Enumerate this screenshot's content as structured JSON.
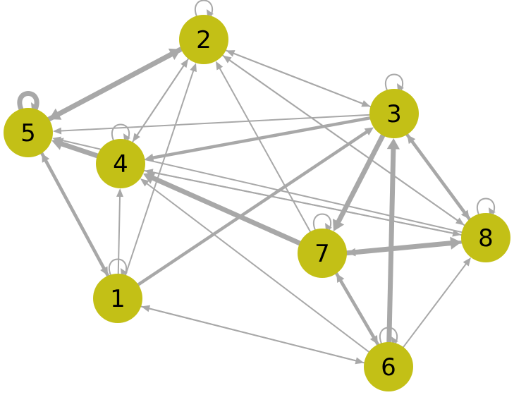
{
  "colors": {
    "node": "#c3c016",
    "edge": "#a8a8a8"
  },
  "nodes": [
    {
      "id": "1",
      "label": "1"
    },
    {
      "id": "2",
      "label": "2"
    },
    {
      "id": "3",
      "label": "3"
    },
    {
      "id": "4",
      "label": "4"
    },
    {
      "id": "5",
      "label": "5"
    },
    {
      "id": "6",
      "label": "6"
    },
    {
      "id": "7",
      "label": "7"
    },
    {
      "id": "8",
      "label": "8"
    }
  ],
  "edges": [
    {
      "from": "5",
      "to": "2",
      "weight": 3
    },
    {
      "from": "2",
      "to": "5",
      "weight": 3
    },
    {
      "from": "2",
      "to": "3",
      "weight": 1
    },
    {
      "from": "3",
      "to": "2",
      "weight": 1
    },
    {
      "from": "3",
      "to": "5",
      "weight": 1
    },
    {
      "from": "3",
      "to": "4",
      "weight": 2
    },
    {
      "from": "4",
      "to": "2",
      "weight": 1
    },
    {
      "from": "2",
      "to": "4",
      "weight": 1
    },
    {
      "from": "1",
      "to": "2",
      "weight": 1
    },
    {
      "from": "5",
      "to": "1",
      "weight": 2
    },
    {
      "from": "1",
      "to": "5",
      "weight": 2
    },
    {
      "from": "1",
      "to": "4",
      "weight": 1
    },
    {
      "from": "1",
      "to": "3",
      "weight": 2
    },
    {
      "from": "7",
      "to": "4",
      "weight": 3
    },
    {
      "from": "7",
      "to": "2",
      "weight": 1
    },
    {
      "from": "3",
      "to": "7",
      "weight": 3
    },
    {
      "from": "6",
      "to": "3",
      "weight": 3
    },
    {
      "from": "6",
      "to": "7",
      "weight": 2
    },
    {
      "from": "7",
      "to": "6",
      "weight": 2
    },
    {
      "from": "6",
      "to": "1",
      "weight": 1
    },
    {
      "from": "1",
      "to": "6",
      "weight": 1
    },
    {
      "from": "6",
      "to": "4",
      "weight": 1
    },
    {
      "from": "6",
      "to": "8",
      "weight": 1
    },
    {
      "from": "8",
      "to": "3",
      "weight": 2
    },
    {
      "from": "3",
      "to": "8",
      "weight": 2
    },
    {
      "from": "7",
      "to": "8",
      "weight": 3
    },
    {
      "from": "8",
      "to": "7",
      "weight": 2
    },
    {
      "from": "8",
      "to": "5",
      "weight": 1
    },
    {
      "from": "4",
      "to": "8",
      "weight": 1
    },
    {
      "from": "8",
      "to": "4",
      "weight": 1
    },
    {
      "from": "2",
      "to": "8",
      "weight": 1
    },
    {
      "from": "8",
      "to": "2",
      "weight": 1
    },
    {
      "from": "4",
      "to": "5",
      "weight": 3
    },
    {
      "from": "1",
      "to": "1",
      "weight": 1
    },
    {
      "from": "2",
      "to": "2",
      "weight": 1
    },
    {
      "from": "3",
      "to": "3",
      "weight": 1
    },
    {
      "from": "4",
      "to": "4",
      "weight": 1
    },
    {
      "from": "5",
      "to": "5",
      "weight": 3
    },
    {
      "from": "6",
      "to": "6",
      "weight": 1
    },
    {
      "from": "7",
      "to": "7",
      "weight": 1
    },
    {
      "from": "8",
      "to": "8",
      "weight": 1
    }
  ]
}
